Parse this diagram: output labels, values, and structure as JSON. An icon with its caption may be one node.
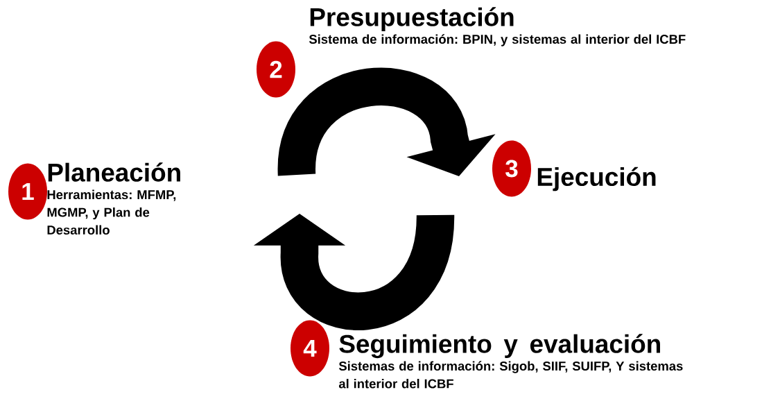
{
  "diagram": {
    "nodes": [
      {
        "text": [
          "1"
        ]
      },
      {
        "text": [
          "Planeación",
          "Herramientas: MFMP, MGMP, y Plan de Desarrollo"
        ]
      },
      {
        "text": [
          "2"
        ]
      },
      {
        "text": [
          "Presupuestación",
          "Sistema de información: BPIN, y sistemas al interior del ICBF"
        ]
      },
      {
        "text": [
          "3"
        ]
      },
      {
        "text": [
          "Ejecución"
        ]
      },
      {
        "text": [
          "4"
        ]
      },
      {
        "text": [
          "Seguimiento y evaluación",
          "Sistemas de información: Sigob, SIIF, SUIFP, Y sistemas al interior del ICBF"
        ]
      }
    ]
  }
}
